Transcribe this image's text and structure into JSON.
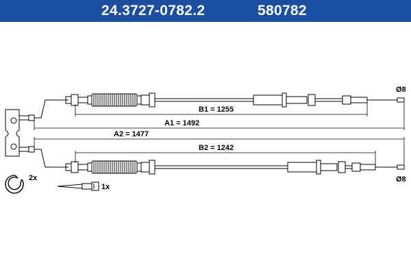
{
  "header": {
    "part_number": "24.3727-0782.2",
    "article_number": "580782",
    "background_color": "#1a4fa0",
    "text_color": "#ffffff"
  },
  "dimensions": {
    "b1": "B1 = 1255",
    "a1": "A1 = 1492",
    "a2": "A2 = 1477",
    "b2": "B2 = 1242",
    "diameter_top": "Ø8",
    "diameter_bottom": "Ø8"
  },
  "accessories": {
    "clip_qty": "2x",
    "cable_tie_qty": "1x"
  },
  "colors": {
    "line": "#000000"
  }
}
